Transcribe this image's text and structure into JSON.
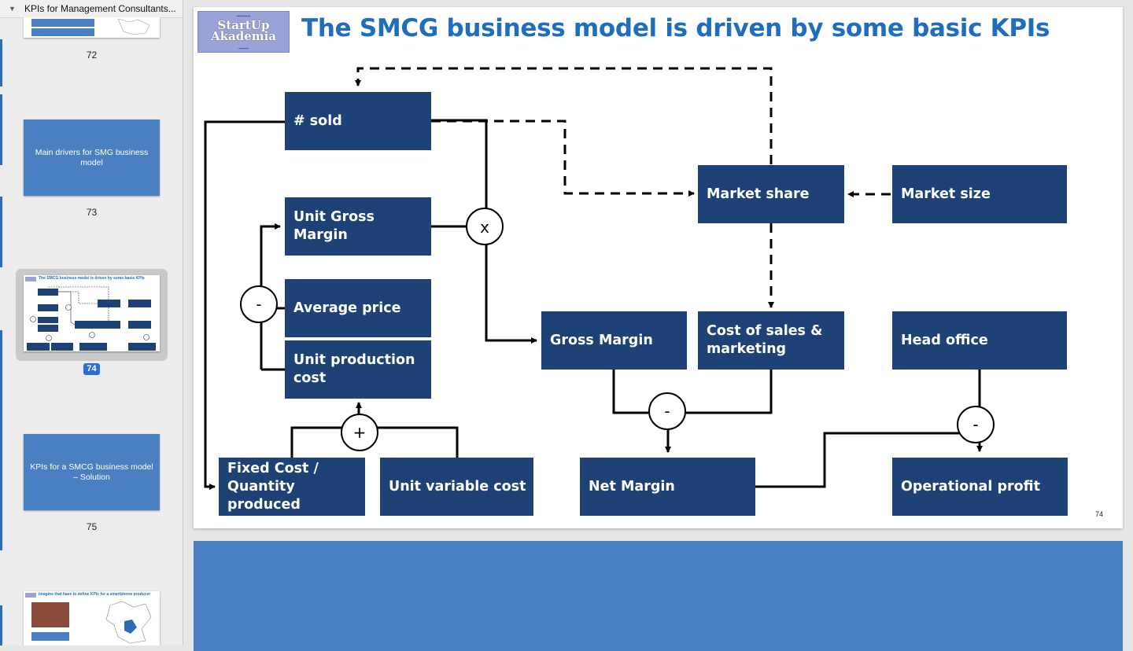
{
  "window": {
    "title": "KPIs for Management Consultants..."
  },
  "sidebar": {
    "pages": [
      {
        "number": "72"
      },
      {
        "number": "73",
        "thumb_text": "Main drivers for SMG business model"
      },
      {
        "number": "74",
        "thumb_title": "The SMCG business model is driven by some basic KPIs"
      },
      {
        "number": "75",
        "thumb_text": "KPIs for a SMCG business model – Solution"
      },
      {
        "thumb_title": "Imagine that have to define KPIs for a smartphone producer"
      }
    ]
  },
  "slide": {
    "title": "The SMCG business model is driven by some basic KPIs",
    "logo": {
      "line1": "StartUp",
      "line2": "Akademia"
    },
    "page_number": "74",
    "boxes": {
      "sold": "# sold",
      "unit_gross_margin": "Unit Gross Margin",
      "average_price": "Average price",
      "unit_production_cost": "Unit production cost",
      "fixed_cost": "Fixed Cost / Quantity produced",
      "unit_variable_cost": "Unit variable cost",
      "market_share": "Market share",
      "market_size": "Market size",
      "gross_margin": "Gross Margin",
      "cost_of_sales": "Cost of sales & marketing",
      "head_office": "Head office",
      "net_margin": "Net Margin",
      "operational_profit": "Operational profit"
    },
    "operators": {
      "multiply": "x",
      "minus_price": "-",
      "plus_cost": "+",
      "minus_net": "-",
      "minus_op": "-"
    }
  },
  "colors": {
    "box": "#1e4276",
    "title": "#1f6ebd",
    "thumb": "#4a7fc1",
    "selected_badge": "#2c6ed5"
  }
}
